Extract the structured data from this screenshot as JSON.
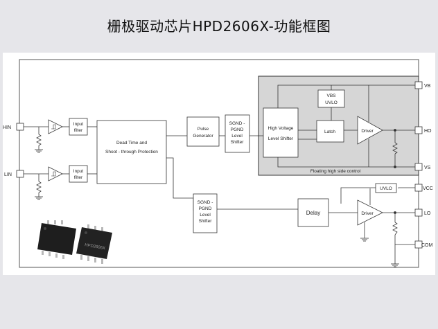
{
  "title": "栅极驱动芯片HPD2606X-功能框图",
  "pins": {
    "hin": "HIN",
    "lin": "LIN",
    "vb": "VB",
    "ho": "HO",
    "vs": "VS",
    "vcc": "VCC",
    "lo": "LO",
    "com": "COM"
  },
  "blocks": {
    "input_filter_label": [
      "Input",
      "filter"
    ],
    "dead_time": [
      "Dead Time and",
      "Shoot - through Protection"
    ],
    "pulse_generator": [
      "Pulse",
      "Generator"
    ],
    "level_shifter": [
      "SGND -",
      "PGND",
      "Level",
      "Shifter"
    ],
    "high_voltage_shifter": [
      "High Voltage",
      "Level Shifter"
    ],
    "vbs_uvlo": [
      "VBS",
      "UVLO"
    ],
    "latch": "Latch",
    "driver": "Driver",
    "uvlo": "UVLO",
    "delay": "Delay"
  },
  "floating_caption": "Floating high side control",
  "chip_marking": "HPD2606X",
  "colors": {
    "floating_region": "#d6d6d6",
    "background": "#e6e6ea",
    "line": "#333333"
  }
}
